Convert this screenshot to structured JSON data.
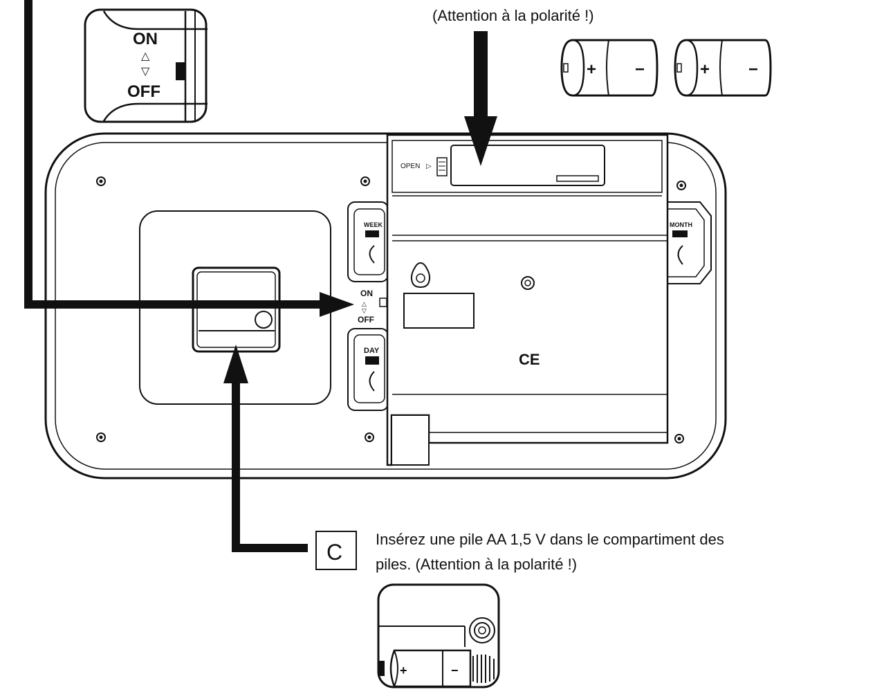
{
  "caption_top": "(Attention à la polarité !)",
  "caption_bottom": {
    "step_letter": "C",
    "line1": "Insérez une pile AA 1,5 V dans le compartiment des",
    "line2": "piles. (Attention à la polarité !)"
  },
  "switch_inset": {
    "on": "ON",
    "off": "OFF",
    "arrow_up": "△",
    "arrow_down": "▽"
  },
  "device": {
    "open_label": "OPEN",
    "open_arrow": "▷",
    "switch_on": "ON",
    "switch_off": "OFF",
    "week_label": "WEEK",
    "month_label": "MONTH",
    "day_label": "DAY",
    "ce_mark": "CE"
  },
  "batteries": {
    "plus": "+",
    "minus": "−"
  }
}
